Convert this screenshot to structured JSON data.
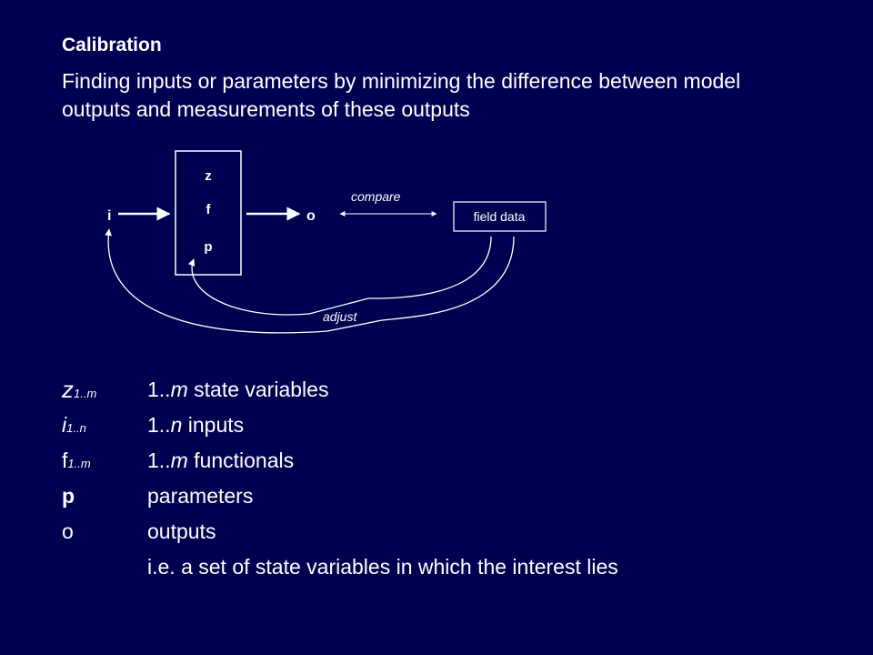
{
  "slide": {
    "title": "Calibration",
    "subtitle": "Finding inputs or parameters by minimizing the difference between model outputs and measurements of these outputs"
  },
  "diagram": {
    "input_label": "i",
    "box_labels": [
      "z",
      "f",
      "p"
    ],
    "output_label": "o",
    "compare_label": "compare",
    "field_data_label": "field data",
    "adjust_label": "adjust"
  },
  "definitions": [
    {
      "symbol": "z",
      "subscript": "1..m",
      "prefix": "1..",
      "var": "m",
      "text": " state variables"
    },
    {
      "symbol": "i",
      "subscript": "1..n",
      "prefix": "1..",
      "var": "n",
      "text": " inputs"
    },
    {
      "symbol": "f",
      "subscript": "1..m",
      "prefix": "1..",
      "var": "m",
      "text": " functionals"
    },
    {
      "symbol": "p",
      "text": "parameters"
    },
    {
      "symbol": "o",
      "text": "outputs"
    },
    {
      "text": "i.e. a set of state variables in which the interest lies"
    }
  ],
  "colors": {
    "background": "#000050",
    "foreground": "#ffffff"
  }
}
